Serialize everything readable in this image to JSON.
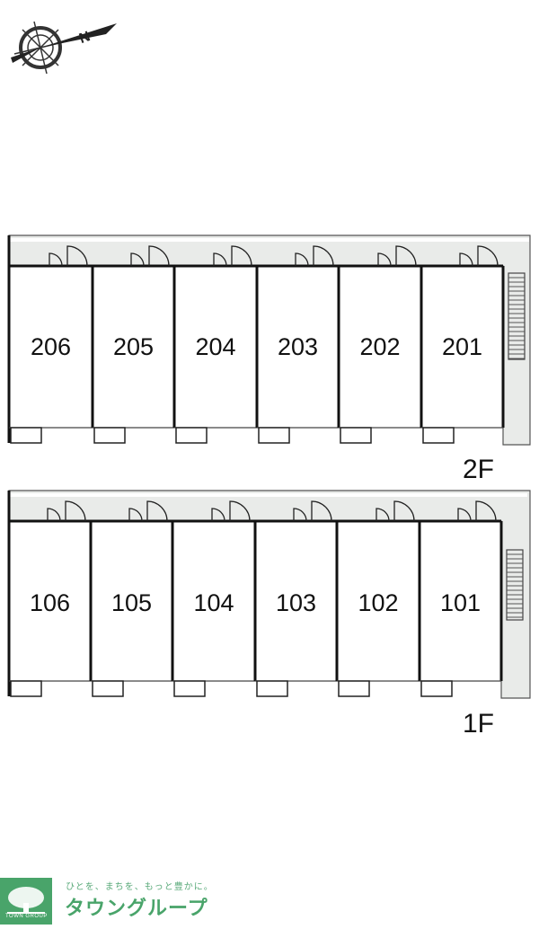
{
  "compass": {
    "icon": "north-arrow-compass-icon",
    "label": "N"
  },
  "floors": [
    {
      "label": "2F",
      "units": [
        "206",
        "205",
        "204",
        "203",
        "202",
        "201"
      ]
    },
    {
      "label": "1F",
      "units": [
        "106",
        "105",
        "104",
        "103",
        "102",
        "101"
      ]
    }
  ],
  "footer": {
    "tagline": "ひとを、まちを、もっと豊かに。",
    "brand": "タウングループ",
    "brand_sub": "TOWN GROUP",
    "logo_icon": "tree-logo-icon",
    "brand_color": "#49a46a"
  }
}
